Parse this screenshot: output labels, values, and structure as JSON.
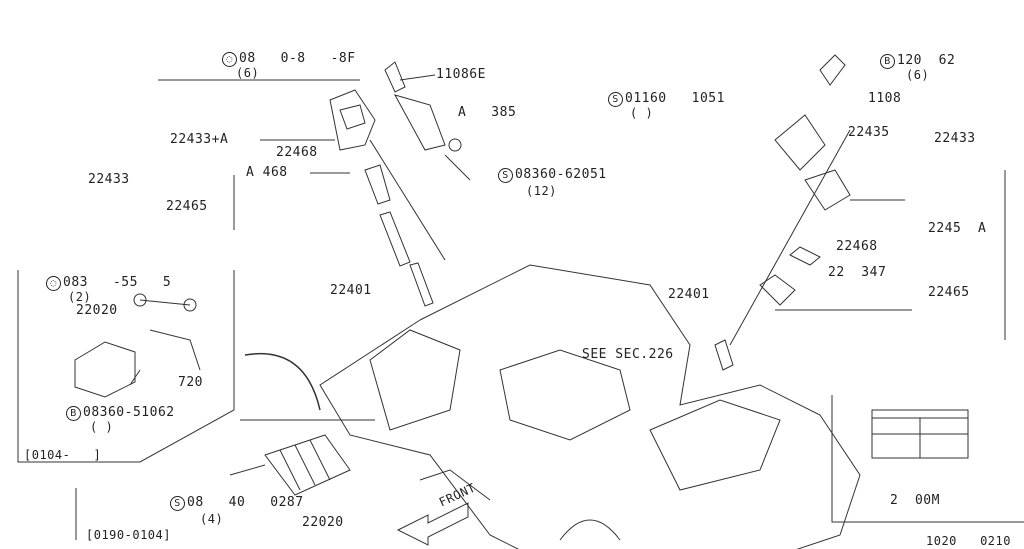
{
  "labels": {
    "bolt_top_left": "08   0-8   -8F",
    "bolt_top_left_qty": "(6)",
    "p11086E": "11086E",
    "p_a385": "A   385",
    "p22433A": "22433+A",
    "p22468_left": "22468",
    "p22433_left": "22433",
    "p_a468": "A 468",
    "p22465_left": "22465",
    "screw_left": "08360-62051",
    "screw_left_qty": "(12)",
    "p22401_left": "22401",
    "screw_upper_mid": "01160   1051",
    "screw_upper_mid_qty": "( )",
    "bolt_top_right": "120  62",
    "bolt_top_right_qty": "(6)",
    "p1108": "1108",
    "p22435": "22435",
    "p22433_right": "22433",
    "p2245A": "2245  A",
    "p22468_right": "22468",
    "p22_347": "22  347",
    "p22465_right": "22465",
    "p22401_right": "22401",
    "see_sec": "SEE SEC.226",
    "inset_screw": "083   -55   5",
    "inset_screw_qty": "(2)",
    "p22020_inset": "22020",
    "p720": "720",
    "inset_bolt": "08360-51062",
    "inset_bolt_qty": "( )",
    "inset_range": "[0104-   ]",
    "bolt_bottom": "08   40   0287",
    "bolt_bottom_qty": "(4)",
    "p22020_bottom": "22020",
    "range_bottom": "[0190-0104]",
    "front": "FRONT",
    "legend_text": "2  00M",
    "diagram_code": "1020   0210"
  },
  "circle_letters": {
    "s": "S",
    "b": "B"
  }
}
